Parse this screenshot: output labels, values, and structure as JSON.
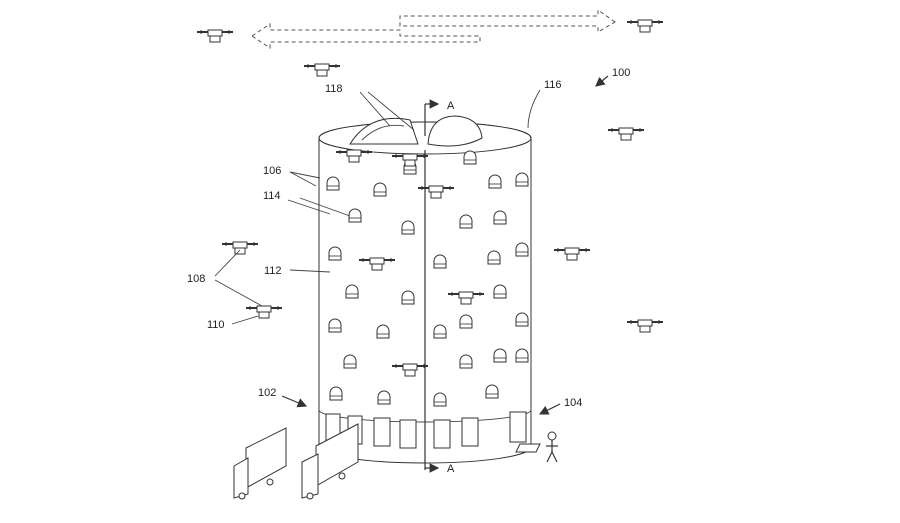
{
  "labels": {
    "ref_100": "100",
    "ref_102": "102",
    "ref_104": "104",
    "ref_106": "106",
    "ref_108": "108",
    "ref_110": "110",
    "ref_112": "112",
    "ref_114": "114",
    "ref_116": "116",
    "ref_118": "118",
    "section_top": "A",
    "section_bottom": "A"
  }
}
